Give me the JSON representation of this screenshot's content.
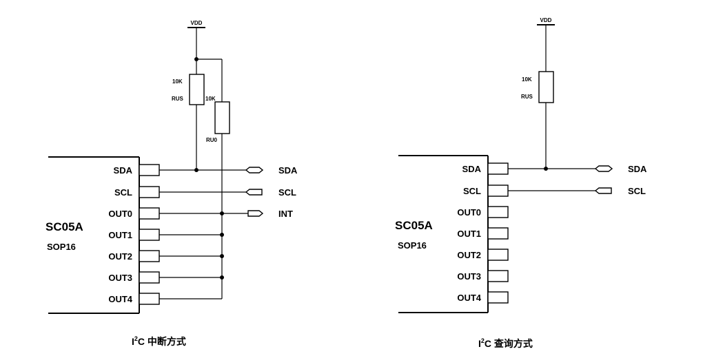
{
  "left": {
    "chip_name": "SC05A",
    "package": "SOP16",
    "pins": [
      "SDA",
      "SCL",
      "OUT0",
      "OUT1",
      "OUT2",
      "OUT3",
      "OUT4"
    ],
    "vdd_label": "VDD",
    "resistor_us": {
      "value": "10K",
      "name": "RUS"
    },
    "resistor_u0": {
      "value": "10K",
      "name": "RU0"
    },
    "signals": [
      "SDA",
      "SCL",
      "INT"
    ],
    "caption_prefix": "I",
    "caption_sup": "2",
    "caption_rest": "C 中断方式"
  },
  "right": {
    "chip_name": "SC05A",
    "package": "SOP16",
    "pins": [
      "SDA",
      "SCL",
      "OUT0",
      "OUT1",
      "OUT2",
      "OUT3",
      "OUT4"
    ],
    "vdd_label": "VDD",
    "resistor_us": {
      "value": "10K",
      "name": "RUS"
    },
    "signals": [
      "SDA",
      "SCL"
    ],
    "caption_prefix": "I",
    "caption_sup": "2",
    "caption_rest": "C 查询方式"
  }
}
